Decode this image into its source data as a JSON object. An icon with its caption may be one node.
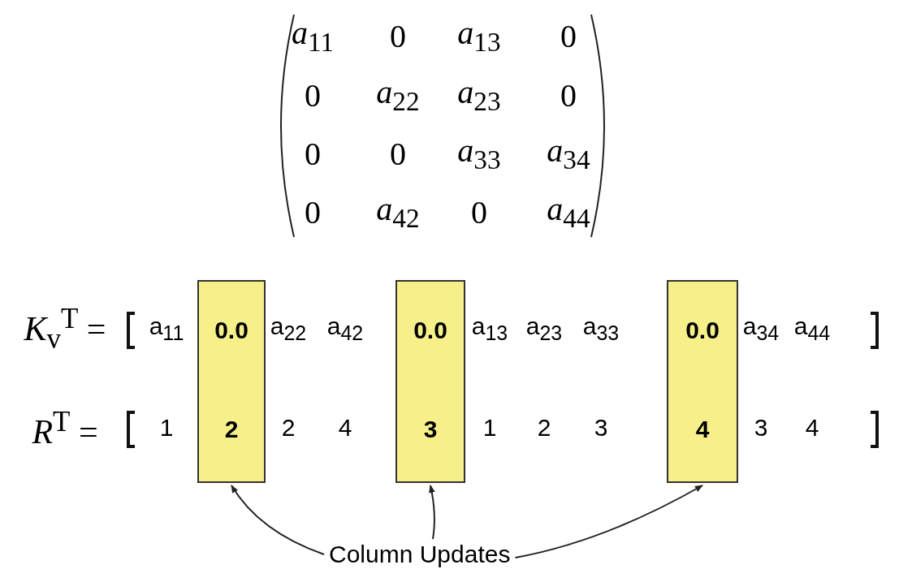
{
  "diagram": {
    "nodes": [
      {
        "text": [
          "0.0",
          "2"
        ]
      },
      {
        "text": [
          "0.0",
          "3"
        ]
      },
      {
        "text": [
          "0.0",
          "4"
        ]
      },
      {
        "text": [
          "Column Updates"
        ]
      }
    ],
    "edges": [
      {
        "from": 3,
        "to": 0,
        "arrow": "to"
      },
      {
        "from": 3,
        "to": 1,
        "arrow": "to"
      },
      {
        "from": 3,
        "to": 2,
        "arrow": "to"
      }
    ],
    "labels": [
      "*a*$_{11}$",
      "0",
      "*a*$_{13}$",
      "0",
      "0",
      "*a*$_{22}$",
      "*a*$_{23}$",
      "0",
      "0",
      "0",
      "*a*$_{33}$",
      "*a*$_{34}$",
      "0",
      "*a*$_{42}$",
      "0",
      "*a*$_{44}$",
      "*K*$_{v}$$^{T}$ =",
      "a$_{11}$",
      "a$_{22}$",
      "a$_{42}$",
      "a$_{13}$",
      "a$_{23}$",
      "a$_{33}$",
      "a$_{34}$",
      "a$_{44}$",
      "*R*$^{T}$ =",
      "1",
      "2",
      "4",
      "1",
      "2",
      "3",
      "3",
      "4"
    ]
  }
}
